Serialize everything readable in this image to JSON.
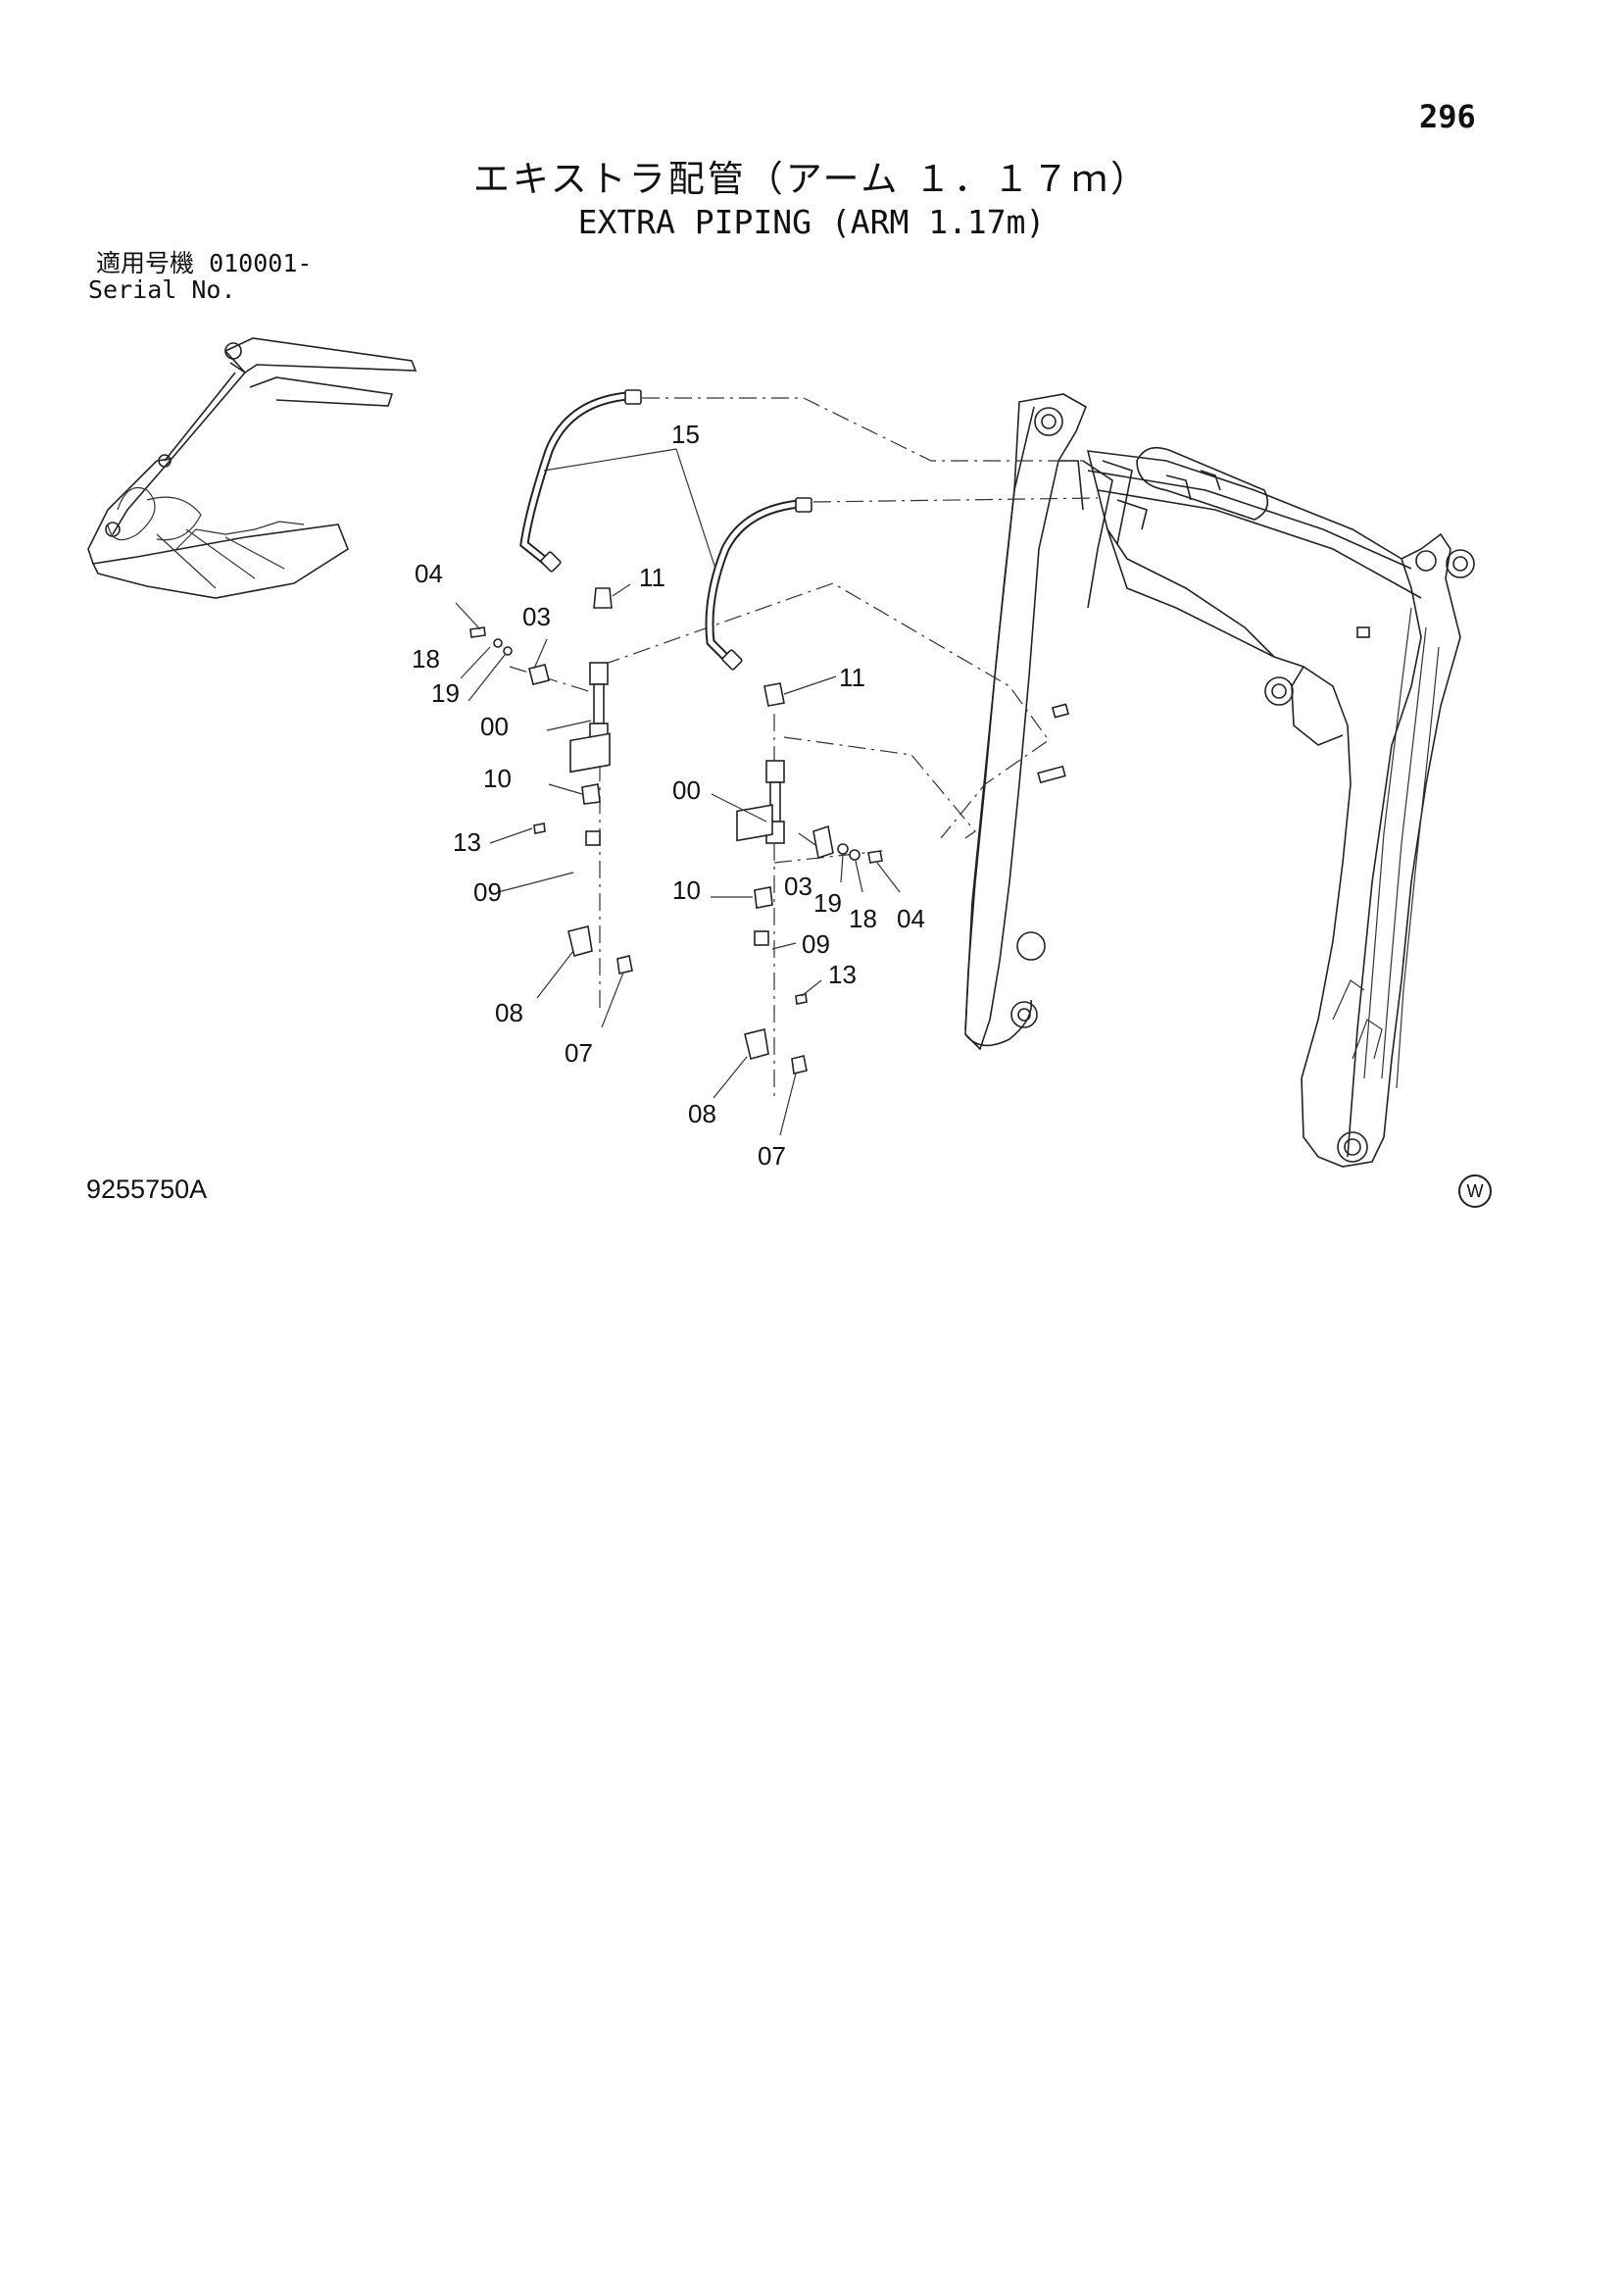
{
  "page_number": "296",
  "title_ja": "エキストラ配管（アーム １．１７ｍ）",
  "title_en": "EXTRA PIPING (ARM 1.17m)",
  "serial": {
    "label_ja": "適用号機",
    "value": "010001-",
    "label_en": "Serial No."
  },
  "drawing_code": "9255750A",
  "mark": "W",
  "callouts": {
    "c15": "15",
    "c04a": "04",
    "c03a": "03",
    "c18a": "18",
    "c19a": "19",
    "c11a": "11",
    "c00a": "00",
    "c10a": "10",
    "c13a": "13",
    "c09a": "09",
    "c08a": "08",
    "c07a": "07",
    "c11b": "11",
    "c00b": "00",
    "c03b": "03",
    "c19b": "19",
    "c18b": "18",
    "c04b": "04",
    "c10b": "10",
    "c09b": "09",
    "c13b": "13",
    "c08b": "08",
    "c07b": "07"
  }
}
